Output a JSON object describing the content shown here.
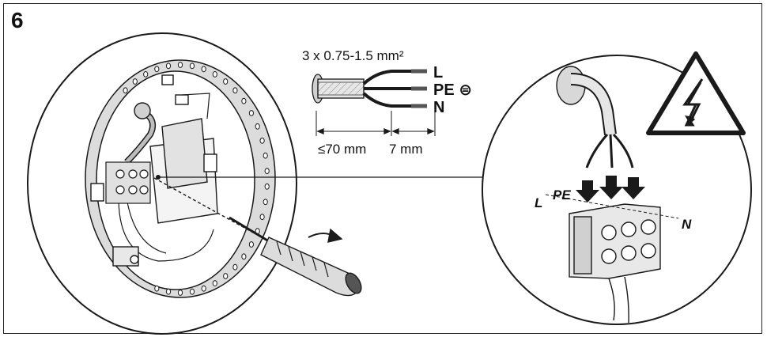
{
  "step": {
    "number": "6"
  },
  "cable": {
    "spec": "3 x 0.75-1.5 mm²",
    "wires": [
      {
        "label": "L"
      },
      {
        "label": "PE ⊜"
      },
      {
        "label": "N"
      }
    ],
    "strip_length": "≤70 mm",
    "bare_length": "7 mm"
  },
  "terminal": {
    "labels": {
      "l": "L",
      "pe": "PE",
      "n": "N"
    }
  },
  "warning": {
    "icon": "high-voltage-warning-icon"
  },
  "colors": {
    "line": "#1a1a1a",
    "fill_light": "#e6e6e6",
    "fill_mid": "#bdbdbd",
    "fill_dark": "#555555"
  }
}
